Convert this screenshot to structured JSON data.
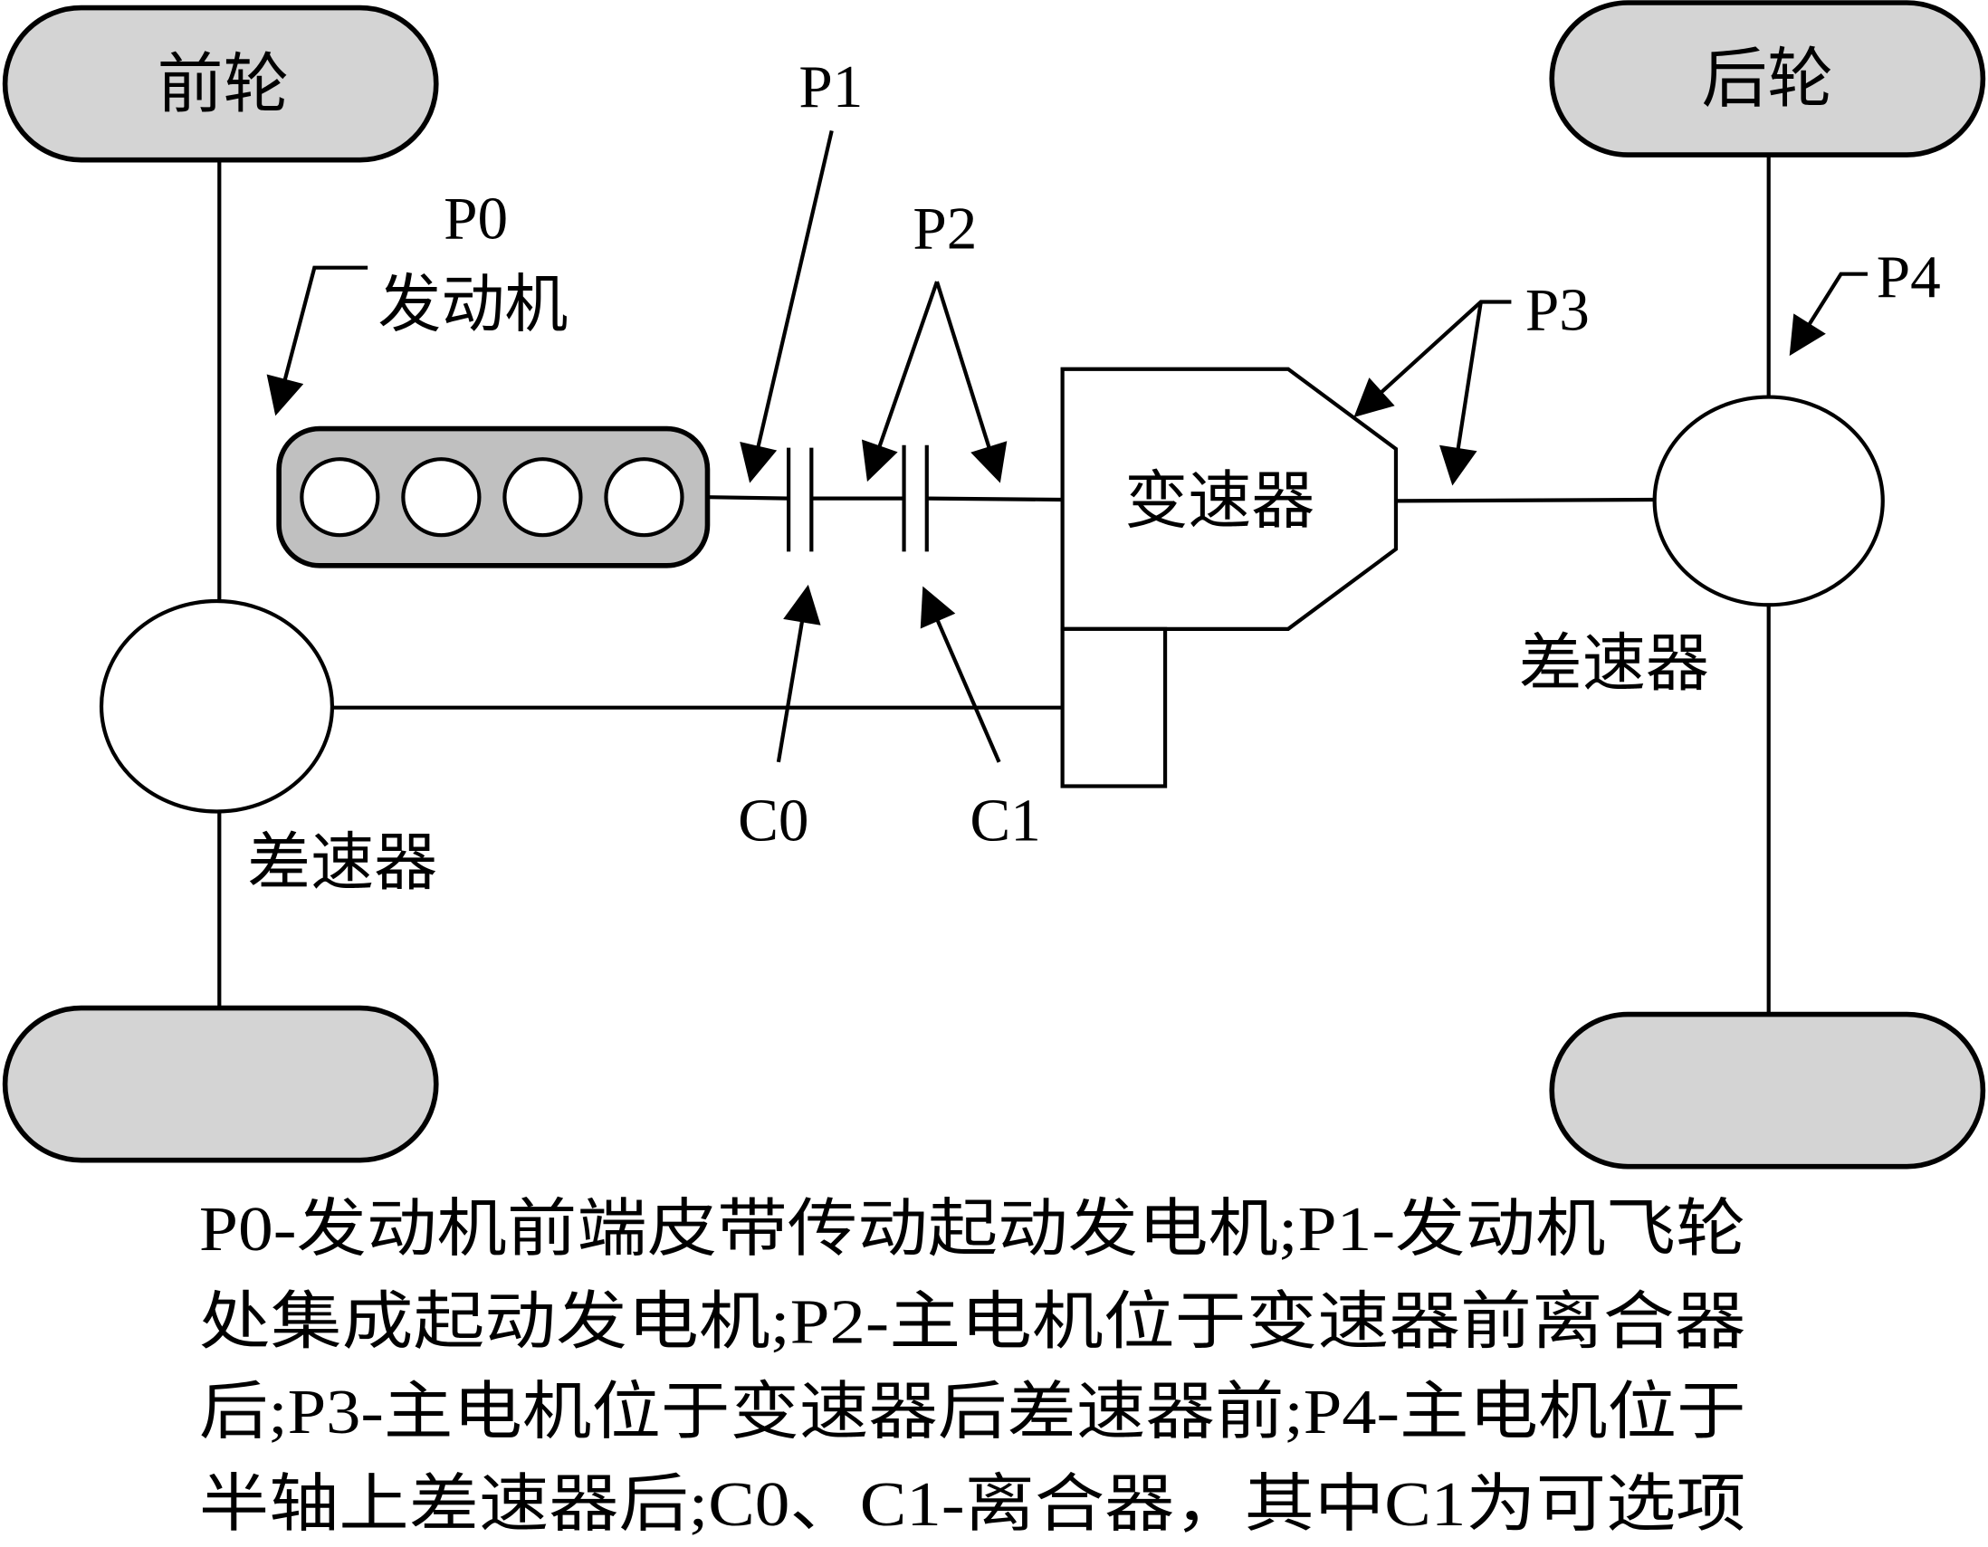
{
  "diagram": {
    "wheels": {
      "front_top": "前轮",
      "rear_top": "后轮",
      "front_bottom": "",
      "rear_bottom": ""
    },
    "engine": {
      "position_label": "P0",
      "name": "发动机"
    },
    "transmission": "变速器",
    "front_differential": "差速器",
    "rear_differential": "差速器",
    "positions": {
      "p1": "P1",
      "p2": "P2",
      "p3": "P3",
      "p4": "P4"
    },
    "clutches": {
      "c0": "C0",
      "c1": "C1"
    },
    "colors": {
      "wheel_fill": "#d4d4d4",
      "engine_fill": "#c0c0c0",
      "line": "#000000"
    }
  },
  "caption": {
    "lines": [
      "P0-发动机前端皮带传动起动发电机;P1-发动机飞轮",
      "处集成起动发电机;P2-主电机位于变速器前离合器",
      "后;P3-主电机位于变速器后差速器前;P4-主电机位于",
      "半轴上差速器后;C0、C1-离合器，其中C1为可选项"
    ]
  }
}
